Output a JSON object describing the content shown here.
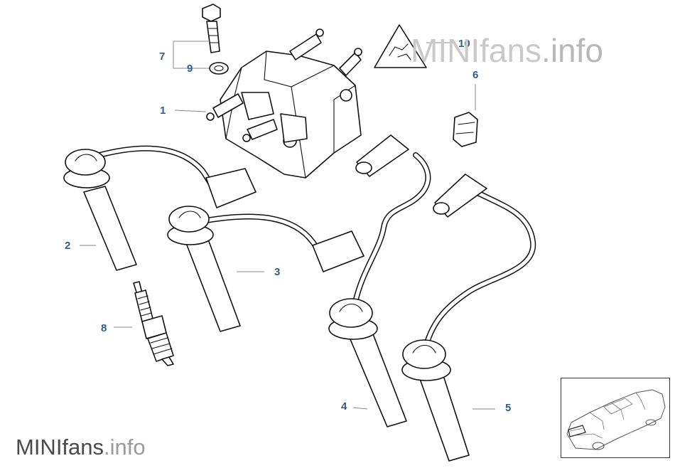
{
  "watermark": {
    "brand": "MINIfans",
    "suffix": ".info"
  },
  "callouts": {
    "c1": "1",
    "c2": "2",
    "c3": "3",
    "c4": "4",
    "c5": "5",
    "c6": "6",
    "c7": "7",
    "c8": "8",
    "c9": "9",
    "c10": "10"
  },
  "colors": {
    "callout": "#2e5d92",
    "line": "#111111",
    "watermark_light": "#c9c9c9",
    "watermark_dark": "#4a4a4a"
  }
}
